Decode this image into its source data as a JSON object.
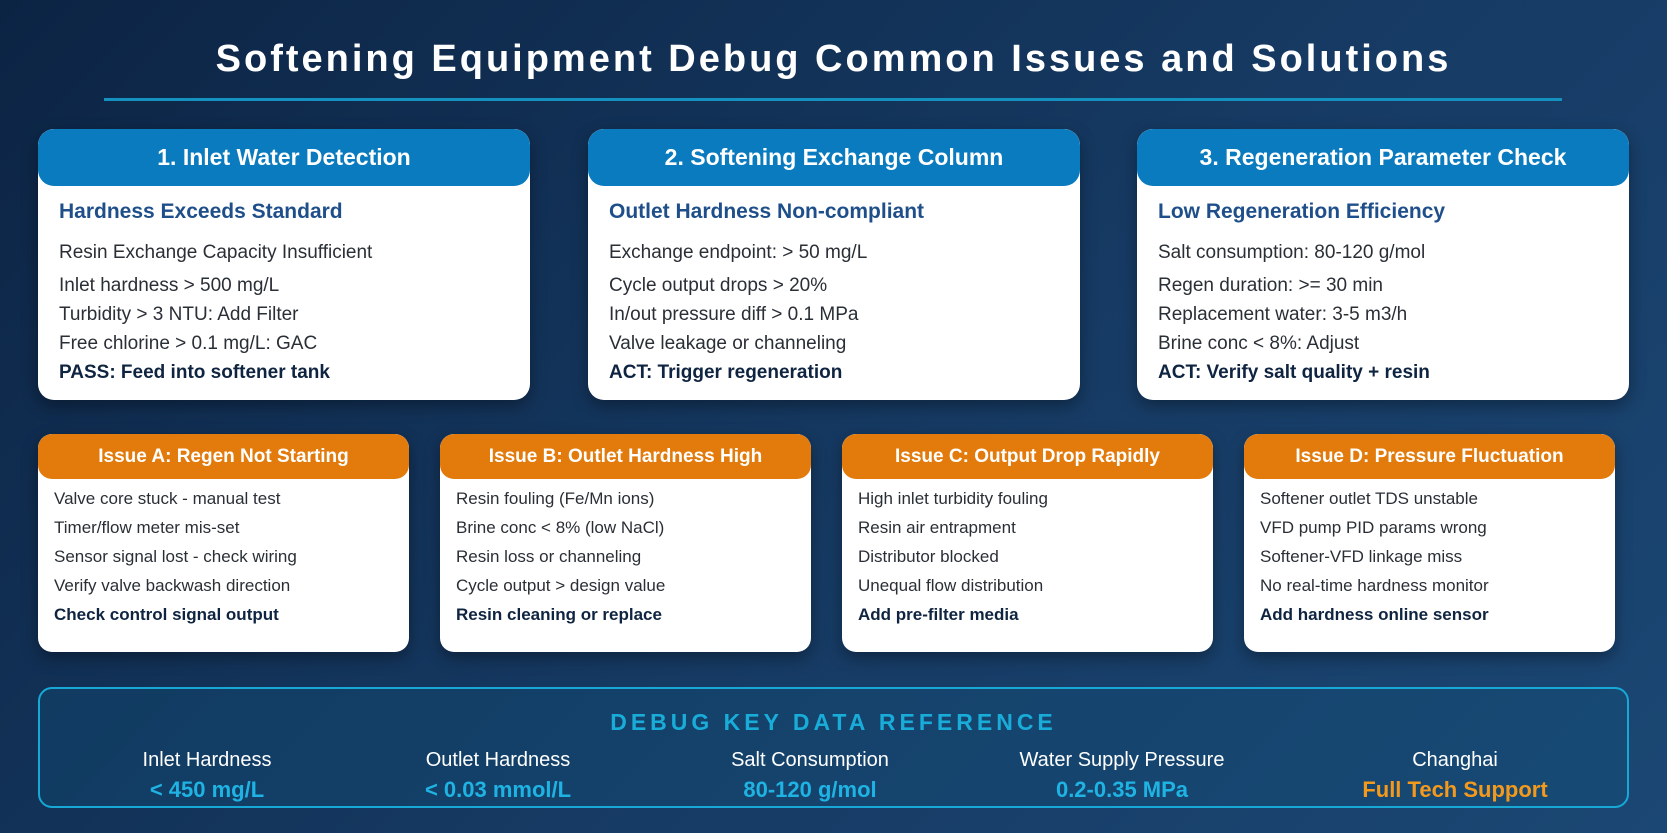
{
  "title": "Softening Equipment Debug Common Issues and Solutions",
  "colors": {
    "card_header": "#0a7bbf",
    "issue_header": "#e27b0c",
    "accent_cyan": "#19acd9",
    "accent_orange": "#f39a1c"
  },
  "cards": [
    {
      "header": "1. Inlet Water Detection",
      "subtitle": "Hardness Exceeds Standard",
      "lines": [
        "Resin Exchange Capacity Insufficient",
        "Inlet hardness > 500 mg/L",
        "Turbidity > 3 NTU: Add Filter",
        "Free chlorine > 0.1 mg/L: GAC"
      ],
      "action": "PASS: Feed into softener tank"
    },
    {
      "header": "2. Softening Exchange Column",
      "subtitle": "Outlet Hardness Non-compliant",
      "lines": [
        "Exchange endpoint: > 50 mg/L",
        "Cycle output drops > 20%",
        "In/out pressure diff > 0.1 MPa",
        "Valve leakage or channeling"
      ],
      "action": "ACT: Trigger regeneration"
    },
    {
      "header": "3. Regeneration Parameter Check",
      "subtitle": "Low Regeneration Efficiency",
      "lines": [
        "Salt consumption: 80-120 g/mol",
        "Regen duration: >= 30 min",
        "Replacement water: 3-5 m3/h",
        "Brine conc < 8%: Adjust"
      ],
      "action": "ACT: Verify salt quality + resin"
    }
  ],
  "issues": [
    {
      "header": "Issue A: Regen Not Starting",
      "lines": [
        "Valve core stuck - manual test",
        "Timer/flow meter mis-set",
        "Sensor signal lost - check wiring",
        "Verify valve backwash direction"
      ],
      "action": "Check control signal output"
    },
    {
      "header": "Issue B: Outlet Hardness High",
      "lines": [
        "Resin fouling (Fe/Mn ions)",
        "Brine conc < 8% (low NaCl)",
        "Resin loss or channeling",
        "Cycle output > design value"
      ],
      "action": "Resin cleaning or replace"
    },
    {
      "header": "Issue C: Output Drop Rapidly",
      "lines": [
        "High inlet turbidity fouling",
        "Resin air entrapment",
        "Distributor blocked",
        "Unequal flow distribution"
      ],
      "action": "Add pre-filter media"
    },
    {
      "header": "Issue D: Pressure Fluctuation",
      "lines": [
        "Softener outlet TDS unstable",
        "VFD pump PID params wrong",
        "Softener-VFD linkage miss",
        "No real-time hardness monitor"
      ],
      "action": "Add hardness online sensor"
    }
  ],
  "reference": {
    "title": "DEBUG KEY DATA REFERENCE",
    "items": [
      {
        "label": "Inlet Hardness",
        "value": "< 450 mg/L"
      },
      {
        "label": "Outlet Hardness",
        "value": "< 0.03 mmol/L"
      },
      {
        "label": "Salt Consumption",
        "value": "80-120 g/mol"
      },
      {
        "label": "Water Supply Pressure",
        "value": "0.2-0.35 MPa"
      },
      {
        "label": "Changhai",
        "value": "Full Tech Support"
      }
    ]
  }
}
